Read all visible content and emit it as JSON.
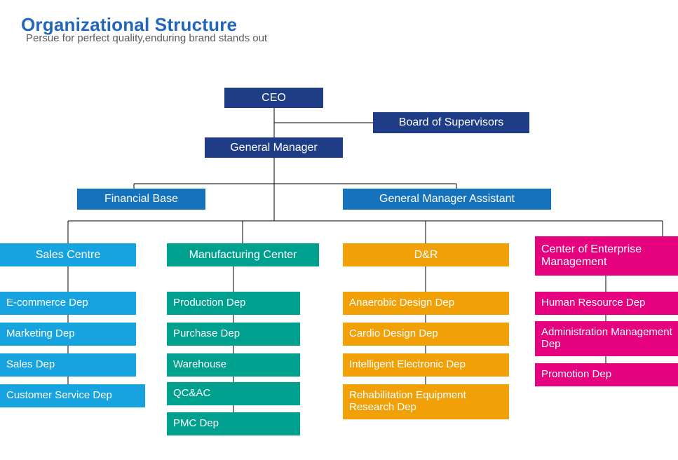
{
  "header": {
    "title": "Organizational Structure",
    "subtitle": "Persue for perfect quality,enduring brand stands out"
  },
  "colors": {
    "title": "#2266bb",
    "subtitle": "#5a5a5a",
    "executive_navy": "#1f3c86",
    "manager_blue": "#1572bd",
    "sales_blue": "#17a3e0",
    "manufacturing_teal": "#00a08e",
    "research_orange": "#f2a007",
    "enterprise_magenta": "#e6027f",
    "connector_line": "#000000",
    "background": "#ffffff"
  },
  "chart_data": {
    "type": "diagram",
    "diagram_type": "organizational-chart",
    "title": "Organizational Structure",
    "subtitle": "Persue for perfect quality,enduring brand stands out",
    "nodes": [
      {
        "id": "ceo",
        "label": "CEO",
        "tier": 1,
        "color": "#1f3c86"
      },
      {
        "id": "board",
        "label": "Board of Supervisors",
        "tier": 1,
        "color": "#1f3c86"
      },
      {
        "id": "gm",
        "label": "General Manager",
        "tier": 2,
        "color": "#1f3c86"
      },
      {
        "id": "financial",
        "label": "Financial Base",
        "tier": 3,
        "color": "#1572bd"
      },
      {
        "id": "gma",
        "label": "General Manager Assistant",
        "tier": 3,
        "color": "#1572bd"
      },
      {
        "id": "sales-centre",
        "label": "Sales Centre",
        "tier": 4,
        "color": "#17a3e0"
      },
      {
        "id": "manufacturing-center",
        "label": "Manufacturing Center",
        "tier": 4,
        "color": "#00a08e"
      },
      {
        "id": "dr",
        "label": "D&R",
        "tier": 4,
        "color": "#f2a007"
      },
      {
        "id": "enterprise",
        "label": "Center of Enterprise Management",
        "tier": 4,
        "color": "#e6027f"
      }
    ],
    "edges": [
      {
        "from": "ceo",
        "to": "board"
      },
      {
        "from": "ceo",
        "to": "gm"
      },
      {
        "from": "gm",
        "to": "financial"
      },
      {
        "from": "gm",
        "to": "gma"
      },
      {
        "from": "gm",
        "to": "sales-centre"
      },
      {
        "from": "gm",
        "to": "manufacturing-center"
      },
      {
        "from": "gm",
        "to": "dr"
      },
      {
        "from": "gm",
        "to": "enterprise"
      }
    ]
  },
  "executives": {
    "ceo": "CEO",
    "board_of_supervisors": "Board of Supervisors",
    "general_manager": "General Manager"
  },
  "mid_tier": {
    "financial_base": "Financial Base",
    "general_manager_assistant": "General Manager Assistant"
  },
  "columns": [
    {
      "id": "sales",
      "head": "Sales Centre",
      "color": "#17a3e0",
      "departments": [
        "E-commerce Dep",
        "Marketing Dep",
        "Sales Dep",
        "Customer Service Dep"
      ]
    },
    {
      "id": "manufacturing",
      "head": "Manufacturing Center",
      "color": "#00a08e",
      "departments": [
        "Production Dep",
        "Purchase Dep",
        "Warehouse",
        "QC&AC",
        "PMC Dep"
      ]
    },
    {
      "id": "research",
      "head": "D&R",
      "color": "#f2a007",
      "departments": [
        "Anaerobic Design Dep",
        "Cardio Design Dep",
        "Intelligent Electronic Dep",
        "Rehabilitation Equipment Research Dep"
      ]
    },
    {
      "id": "enterprise",
      "head": "Center of Enterprise Management",
      "color": "#e6027f",
      "departments": [
        "Human Resource Dep",
        "Administration Management Dep",
        "Promotion Dep"
      ]
    }
  ]
}
